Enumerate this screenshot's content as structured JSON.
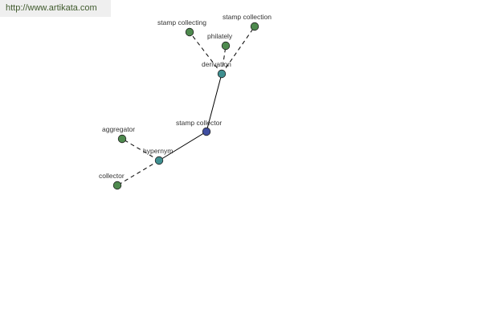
{
  "watermark": "http://www.artikata.com",
  "colors": {
    "leaf": "#4e8a4e",
    "relation": "#3f8f90",
    "root": "#3f4ea0",
    "stroke": "#222222",
    "edge": "#000000"
  },
  "nodes": [
    {
      "id": "stamp-collector",
      "label": "stamp collector",
      "kind": "root"
    },
    {
      "id": "derivation",
      "label": "derivation",
      "kind": "relation"
    },
    {
      "id": "hypernym",
      "label": "hypernym",
      "kind": "relation"
    },
    {
      "id": "stamp-collecting",
      "label": "stamp collecting",
      "kind": "leaf"
    },
    {
      "id": "philately",
      "label": "philately",
      "kind": "leaf"
    },
    {
      "id": "stamp-collection",
      "label": "stamp collection",
      "kind": "leaf"
    },
    {
      "id": "aggregator",
      "label": "aggregator",
      "kind": "leaf"
    },
    {
      "id": "collector",
      "label": "collector",
      "kind": "leaf"
    }
  ],
  "edges": [
    {
      "from": "stamp-collector",
      "to": "derivation",
      "style": "solid"
    },
    {
      "from": "stamp-collector",
      "to": "hypernym",
      "style": "solid"
    },
    {
      "from": "derivation",
      "to": "stamp-collecting",
      "style": "dashed"
    },
    {
      "from": "derivation",
      "to": "philately",
      "style": "dashed"
    },
    {
      "from": "derivation",
      "to": "stamp-collection",
      "style": "dashed"
    },
    {
      "from": "hypernym",
      "to": "aggregator",
      "style": "dashed"
    },
    {
      "from": "hypernym",
      "to": "collector",
      "style": "dashed"
    }
  ]
}
